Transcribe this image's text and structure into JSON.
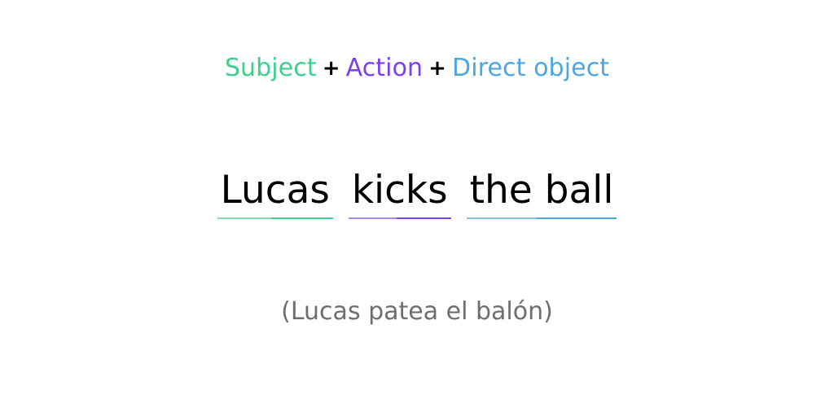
{
  "page": {
    "background_color": "#ffffff",
    "topic": "english-sentence-structure"
  },
  "colors": {
    "subject": "#3ecf8e",
    "subject_pale": "#7fdcae",
    "action": "#7b3ff2",
    "action_pale": "#a78bec",
    "object": "#4da6e0",
    "object_pale": "#86bfe4",
    "plus": "#000000",
    "sentence_text": "#000000",
    "translation_text": "#6e6e6e"
  },
  "formula": {
    "terms": [
      {
        "label": "Subject",
        "color": "#3ecf8e",
        "role": "subject"
      },
      {
        "label": "Action",
        "color": "#7b3ff2",
        "role": "action"
      },
      {
        "label": "Direct object",
        "color": "#4da6e0",
        "role": "direct-object"
      }
    ],
    "separator": "+"
  },
  "sentence": {
    "language": "English",
    "full_text": "Lucas kicks the ball",
    "chunks": [
      {
        "text": "Lucas",
        "role": "subject",
        "underline_color": "#3ecf8e",
        "underline_pale": "#7fdcae"
      },
      {
        "text": "kicks",
        "role": "action",
        "underline_color": "#7b3ff2",
        "underline_pale": "#a78bec"
      },
      {
        "text": "the ball",
        "role": "direct-object",
        "underline_color": "#4da6e0",
        "underline_pale": "#86bfe4"
      }
    ]
  },
  "translation": {
    "language": "Spanish",
    "text": "(Lucas patea el balón)"
  }
}
